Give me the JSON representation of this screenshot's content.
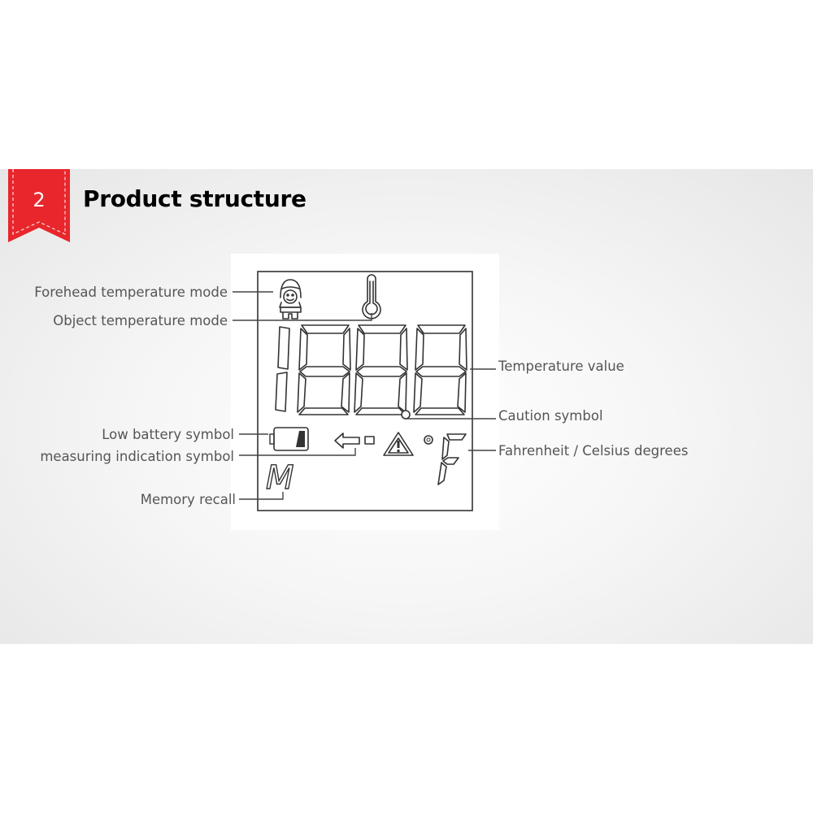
{
  "badge": {
    "number": "2",
    "color": "#e8262b"
  },
  "title": "Product structure",
  "display": {
    "digits": "188.8",
    "memory_letter": "M",
    "unit_letter": "F",
    "degree_symbol": "°"
  },
  "labels": {
    "forehead_mode": "Forehead temperature mode",
    "object_mode": "Object temperature mode",
    "low_battery": "Low battery  symbol",
    "measuring": "measuring indication symbol",
    "memory": "Memory recall",
    "temperature_value": "Temperature value",
    "caution": "Caution symbol",
    "unit": "Fahrenheit / Celsius degrees"
  },
  "icons": {
    "forehead": "face-icon",
    "object": "thermometer-icon",
    "battery": "battery-icon",
    "measuring": "arrow-left-icon",
    "caution": "warning-triangle-icon"
  }
}
